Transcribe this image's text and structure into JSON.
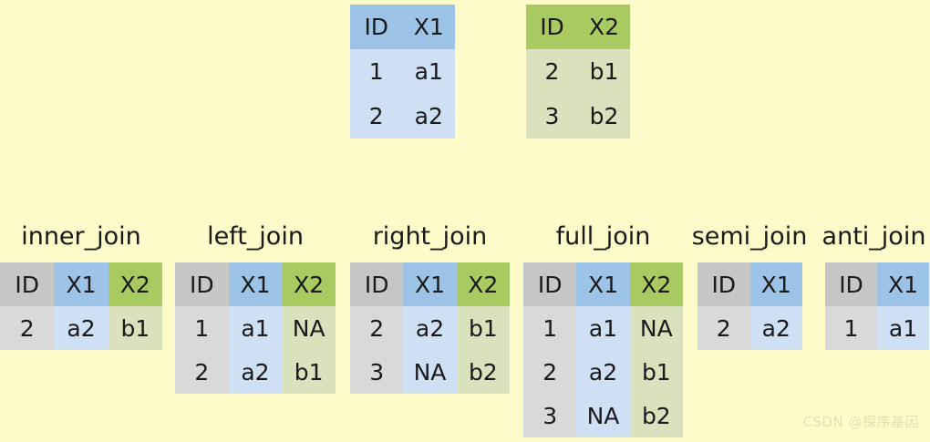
{
  "background_color": "#fcfbc9",
  "palette": {
    "id_header": "#c6c6c6",
    "id_body": "#d9d9d9",
    "x1_header": "#9dc3e6",
    "x1_body": "#cfe0f4",
    "x2_header": "#a9c961",
    "x2_body": "#d9e2bd",
    "text": "#1a1a1a",
    "watermark": "#e4e0b0"
  },
  "source_tables": [
    {
      "name": "table-x1",
      "columns": [
        "ID",
        "X1"
      ],
      "rows": [
        [
          "1",
          "a1"
        ],
        [
          "2",
          "a2"
        ]
      ]
    },
    {
      "name": "table-x2",
      "columns": [
        "ID",
        "X2"
      ],
      "rows": [
        [
          "2",
          "b1"
        ],
        [
          "3",
          "b2"
        ]
      ]
    }
  ],
  "joins": [
    {
      "title": "inner_join",
      "columns": [
        "ID",
        "X1",
        "X2"
      ],
      "rows": [
        [
          "2",
          "a2",
          "b1"
        ]
      ]
    },
    {
      "title": "left_join",
      "columns": [
        "ID",
        "X1",
        "X2"
      ],
      "rows": [
        [
          "1",
          "a1",
          "NA"
        ],
        [
          "2",
          "a2",
          "b1"
        ]
      ]
    },
    {
      "title": "right_join",
      "columns": [
        "ID",
        "X1",
        "X2"
      ],
      "rows": [
        [
          "2",
          "a2",
          "b1"
        ],
        [
          "3",
          "NA",
          "b2"
        ]
      ]
    },
    {
      "title": "full_join",
      "columns": [
        "ID",
        "X1",
        "X2"
      ],
      "rows": [
        [
          "1",
          "a1",
          "NA"
        ],
        [
          "2",
          "a2",
          "b1"
        ],
        [
          "3",
          "NA",
          "b2"
        ]
      ]
    },
    {
      "title": "semi_join",
      "columns": [
        "ID",
        "X1"
      ],
      "rows": [
        [
          "2",
          "a2"
        ]
      ]
    },
    {
      "title": "anti_join",
      "columns": [
        "ID",
        "X1"
      ],
      "rows": [
        [
          "1",
          "a1"
        ]
      ]
    }
  ],
  "watermark": "CSDN @探序基因"
}
